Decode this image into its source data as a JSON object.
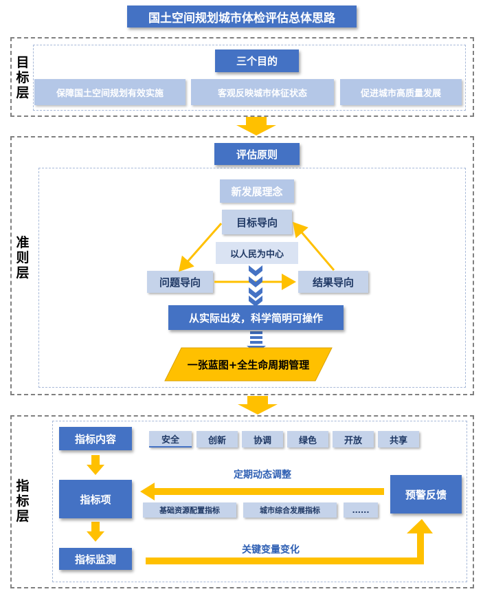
{
  "title": "国土空间规划城市体检评估总体思路",
  "goal_layer": {
    "label": "目标层",
    "heading": "三个目的",
    "items": [
      "保障国土空间规划有效实施",
      "客观反映城市体征状态",
      "促进城市高质量发展"
    ]
  },
  "principle_layer": {
    "label": "准则层",
    "heading": "评估原则",
    "concept": "新发展理念",
    "target": "目标导向",
    "center": "以人民为中心",
    "problem": "问题导向",
    "result": "结果导向",
    "practical": "从实际出发，科学简明可操作",
    "blueprint": "一张蓝图+全生命周期管理"
  },
  "indicator_layer": {
    "label": "指标层",
    "content": "指标内容",
    "tags": [
      "安全",
      "创新",
      "协调",
      "绿色",
      "开放",
      "共享"
    ],
    "item": "指标项",
    "sub_items": [
      "基础资源配置指标",
      "城市综合发展指标",
      "......"
    ],
    "monitor": "指标监测",
    "feedback": "预警反馈",
    "adjust_label": "定期动态调整",
    "change_label": "关键变量变化"
  },
  "colors": {
    "dark_blue": "#4472c4",
    "light_blue": "#b4c7e7",
    "gold": "#ffc000",
    "arrow_blue": "#4472c4"
  }
}
